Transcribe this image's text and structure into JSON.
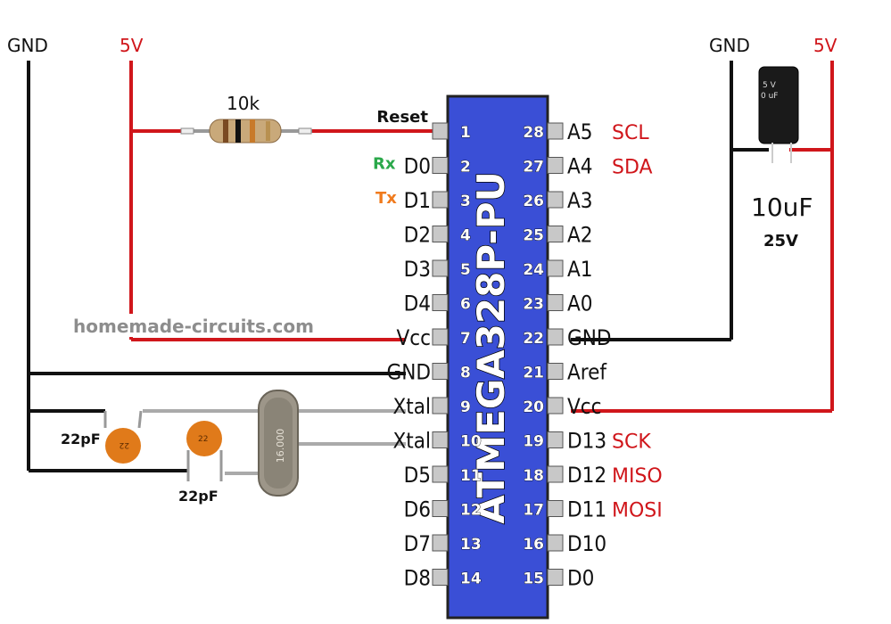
{
  "rails": {
    "left_gnd": "GND",
    "left_5v": "5V",
    "right_gnd": "GND",
    "right_5v": "5V"
  },
  "components": {
    "resistor_value": "10k",
    "electrolytic_value": "10uF",
    "electrolytic_voltage": "25V",
    "electrolytic_marking_1": "5 V",
    "electrolytic_marking_2": "0 uF",
    "cap1_value": "22pF",
    "cap1_marking": "22",
    "cap2_value": "22pF",
    "cap2_marking": "22",
    "crystal_marking": "16.000"
  },
  "chip": {
    "name": "ATMEGA328P-PU",
    "colors": {
      "body": "#3a4fd6",
      "power": "#d0161b",
      "ground": "#111111",
      "rx": "#2aa84a",
      "tx": "#f07b1e"
    },
    "left_pins": [
      {
        "num": "1",
        "label": "Reset",
        "tag": ""
      },
      {
        "num": "2",
        "label": "D0",
        "tag": "Rx"
      },
      {
        "num": "3",
        "label": "D1",
        "tag": "Tx"
      },
      {
        "num": "4",
        "label": "D2",
        "tag": ""
      },
      {
        "num": "5",
        "label": "D3",
        "tag": ""
      },
      {
        "num": "6",
        "label": "D4",
        "tag": ""
      },
      {
        "num": "7",
        "label": "Vcc",
        "tag": ""
      },
      {
        "num": "8",
        "label": "GND",
        "tag": ""
      },
      {
        "num": "9",
        "label": "Xtal",
        "tag": ""
      },
      {
        "num": "10",
        "label": "Xtal",
        "tag": ""
      },
      {
        "num": "11",
        "label": "D5",
        "tag": ""
      },
      {
        "num": "12",
        "label": "D6",
        "tag": ""
      },
      {
        "num": "13",
        "label": "D7",
        "tag": ""
      },
      {
        "num": "14",
        "label": "D8",
        "tag": ""
      }
    ],
    "right_pins": [
      {
        "num": "28",
        "label": "A5",
        "tag": "SCL"
      },
      {
        "num": "27",
        "label": "A4",
        "tag": "SDA"
      },
      {
        "num": "26",
        "label": "A3",
        "tag": ""
      },
      {
        "num": "25",
        "label": "A2",
        "tag": ""
      },
      {
        "num": "24",
        "label": "A1",
        "tag": ""
      },
      {
        "num": "23",
        "label": "A0",
        "tag": ""
      },
      {
        "num": "22",
        "label": "GND",
        "tag": ""
      },
      {
        "num": "21",
        "label": "Aref",
        "tag": ""
      },
      {
        "num": "20",
        "label": "Vcc",
        "tag": ""
      },
      {
        "num": "19",
        "label": "D13",
        "tag": "SCK"
      },
      {
        "num": "18",
        "label": "D12",
        "tag": "MISO"
      },
      {
        "num": "17",
        "label": "D11",
        "tag": "MOSI"
      },
      {
        "num": "16",
        "label": "D10",
        "tag": ""
      },
      {
        "num": "15",
        "label": "D0",
        "tag": ""
      }
    ]
  },
  "watermark": "homemade-circuits.com"
}
